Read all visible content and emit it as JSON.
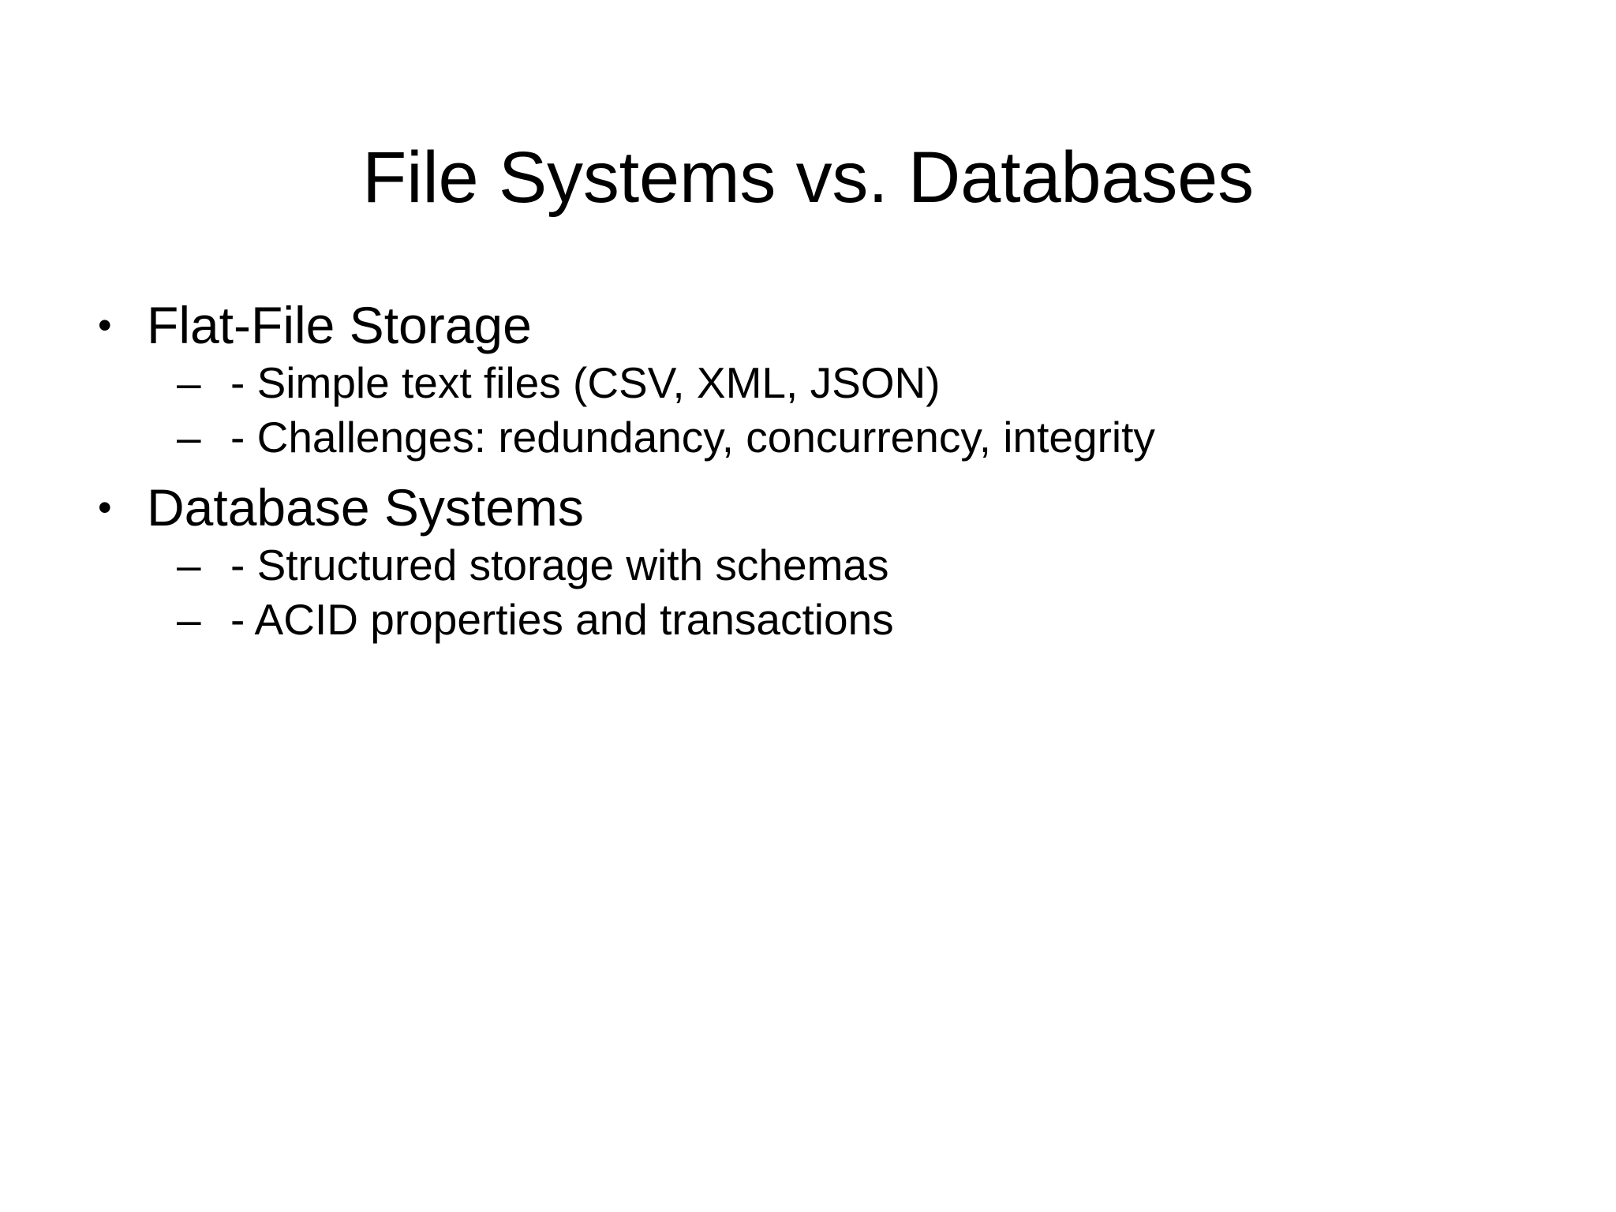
{
  "slide": {
    "title": "File Systems vs. Databases",
    "background_color": "#ffffff",
    "text_color": "#000000",
    "markers": {
      "level1": "•",
      "level2": "–"
    },
    "outline": [
      {
        "level": 1,
        "marker": "•",
        "text": "Flat-File Storage"
      },
      {
        "level": 2,
        "marker": "–",
        "text": "- Simple text files (CSV, XML, JSON)"
      },
      {
        "level": 2,
        "marker": "–",
        "text": "- Challenges: redundancy, concurrency, integrity"
      },
      {
        "level": 1,
        "marker": "•",
        "text": "Database Systems"
      },
      {
        "level": 2,
        "marker": "–",
        "text": "- Structured storage with schemas"
      },
      {
        "level": 2,
        "marker": "–",
        "text": "- ACID properties and transactions"
      }
    ]
  }
}
